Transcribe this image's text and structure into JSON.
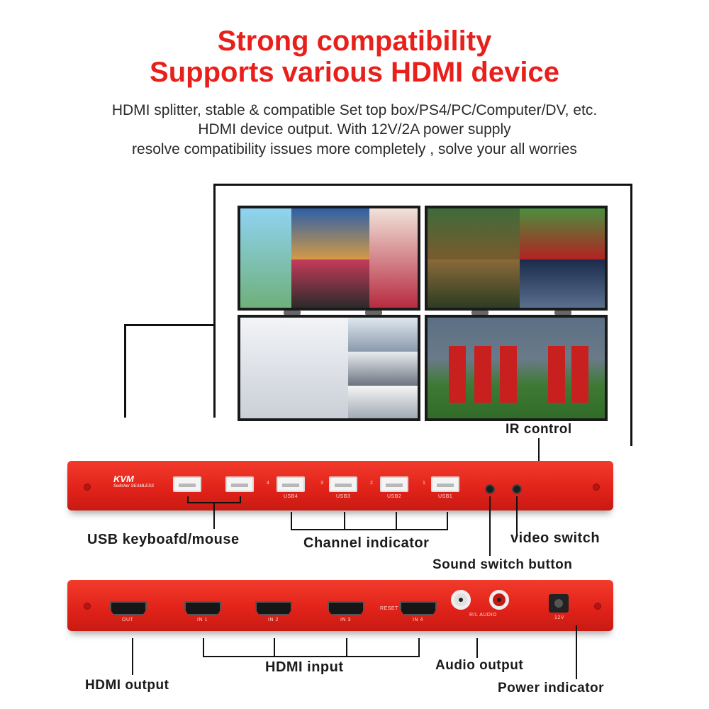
{
  "headline": {
    "line1": "Strong compatibility",
    "line2": "Supports various HDMI device"
  },
  "description": {
    "line1": "HDMI splitter, stable & compatible Set top box/PS4/PC/Computer/DV, etc.",
    "line2": "HDMI device output. With 12V/2A power supply",
    "line3": "resolve compatibility issues more completely , solve your all worries"
  },
  "front_panel": {
    "logo_big": "KVM",
    "logo_small": "Switcher SEAMLESS",
    "usb_labels": [
      "USB4",
      "USB3",
      "USB2",
      "USB1"
    ],
    "channel_numbers": [
      "4",
      "3",
      "2",
      "1"
    ]
  },
  "back_panel": {
    "hdmi_labels": [
      "OUT",
      "IN 1",
      "IN 2",
      "IN 3",
      "IN 4"
    ],
    "reset_label": "RESET",
    "audio_label": "R/L AUDIO",
    "power_label": "12V"
  },
  "callouts": {
    "ir_control": "IR control",
    "usb_keyboard_mouse": "USB keyboafd/mouse",
    "channel_indicator": "Channel indicator",
    "video_switch": "video switch",
    "sound_switch": "Sound switch button",
    "hdmi_input": "HDMI input",
    "audio_output": "Audio output",
    "hdmi_output": "HDMI output",
    "power_indicator": "Power indicator"
  },
  "colors": {
    "headline_red": "#e8201c",
    "device_red": "#e2231a"
  }
}
